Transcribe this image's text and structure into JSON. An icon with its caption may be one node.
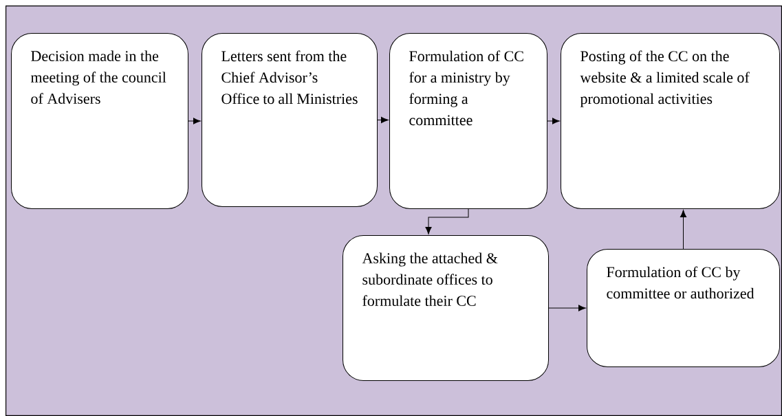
{
  "diagram": {
    "nodes": [
      {
        "text": [
          "Decision made in the meeting of the council of Advisers"
        ]
      },
      {
        "text": [
          "Letters sent from the Chief Advisor’s Office to all Ministries"
        ]
      },
      {
        "text": [
          "Formulation of CC for a ministry by forming a committee"
        ]
      },
      {
        "text": [
          "Posting of the CC on the website & a limited scale of promotional activities"
        ]
      },
      {
        "text": [
          "Asking the attached & subordinate offices to formulate their CC"
        ]
      },
      {
        "text": [
          "Formulation of CC by committee or authorized"
        ]
      }
    ],
    "edges": [
      {
        "from": 0,
        "to": 1,
        "arrow": "to"
      },
      {
        "from": 1,
        "to": 2,
        "arrow": "to"
      },
      {
        "from": 2,
        "to": 3,
        "arrow": "to"
      },
      {
        "from": 2,
        "to": 4,
        "arrow": "to"
      },
      {
        "from": 4,
        "to": 5,
        "arrow": "to"
      },
      {
        "from": 5,
        "to": 3,
        "arrow": "to"
      }
    ]
  }
}
